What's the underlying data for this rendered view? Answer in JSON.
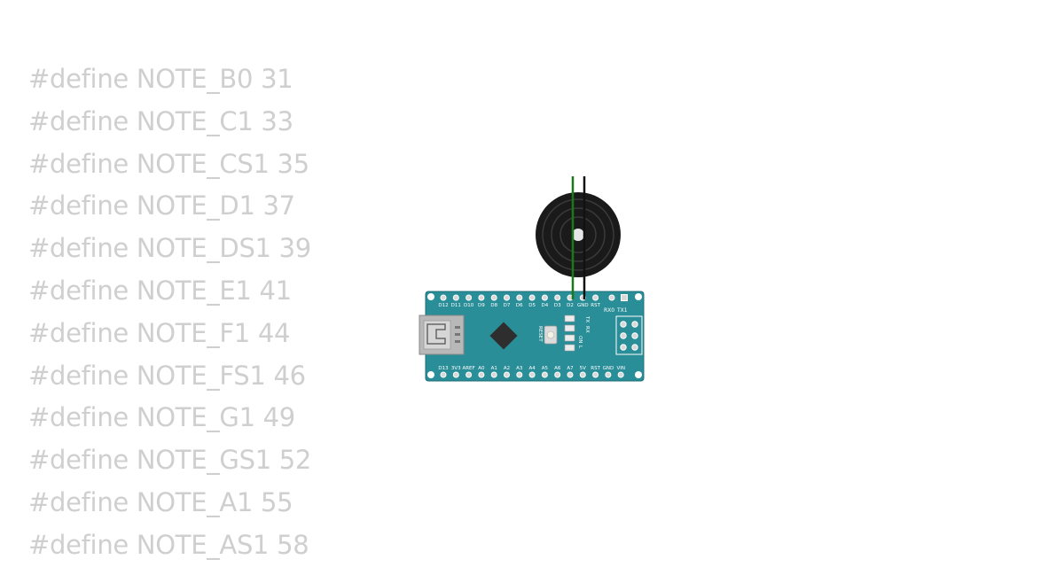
{
  "code_lines": [
    "#define NOTE_B0 31",
    "#define NOTE_C1 33",
    "#define NOTE_CS1 35",
    "#define NOTE_D1 37",
    "#define NOTE_DS1 39",
    "#define NOTE_E1 41",
    "#define NOTE_F1 44",
    "#define NOTE_FS1 46",
    "#define NOTE_G1 49",
    "#define NOTE_GS1 52",
    "#define NOTE_A1 55",
    "#define NOTE_AS1 58"
  ],
  "board": {
    "top_pins": [
      "D12",
      "D11",
      "D10",
      "D9",
      "D8",
      "D7",
      "D6",
      "D5",
      "D4",
      "D3",
      "D2",
      "GND",
      "RST"
    ],
    "bottom_pins": [
      "D13",
      "3V3",
      "AREF",
      "A0",
      "A1",
      "A2",
      "A3",
      "A4",
      "A5",
      "A6",
      "A7",
      "5V",
      "RST",
      "GND",
      "VIN"
    ],
    "led_labels": [
      "TX",
      "RX",
      "ON",
      "L"
    ],
    "reset_label": "RESET",
    "serial_labels": [
      "RX0",
      "TX1"
    ]
  },
  "colors": {
    "board": "#2a8e98",
    "wire_signal": "#1a7a1a",
    "wire_ground": "#111111",
    "code_text": "#cfcfcf"
  }
}
